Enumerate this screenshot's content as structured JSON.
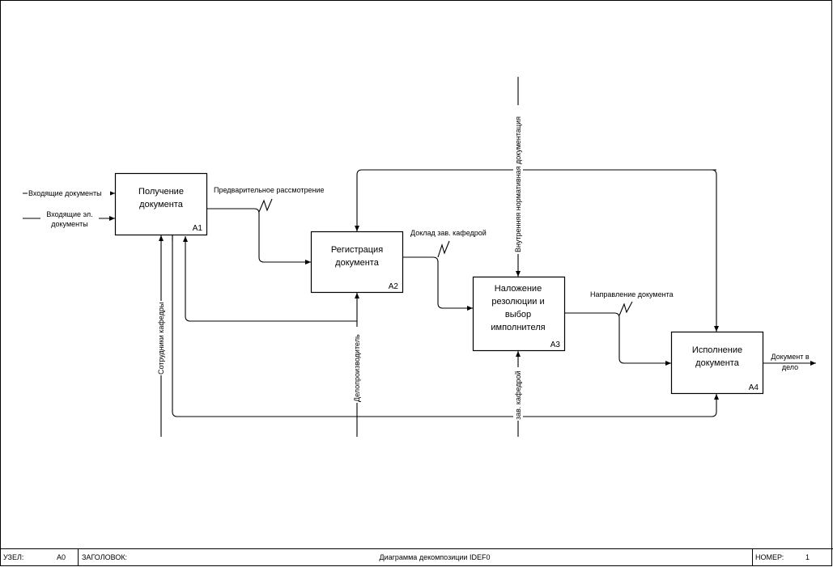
{
  "boxes": [
    {
      "lines": [
        "Получение",
        "документа"
      ],
      "id": "A1"
    },
    {
      "lines": [
        "Регистрация",
        "документа"
      ],
      "id": "A2"
    },
    {
      "lines": [
        "Наложение",
        "резолюции и",
        "выбор",
        "имполнителя"
      ],
      "id": "A3"
    },
    {
      "lines": [
        "Исполнение",
        "документа"
      ],
      "id": "A4"
    }
  ],
  "arrows": {
    "input_1": "Входящие документы",
    "input_2": [
      "Входящие эл.",
      "документы"
    ],
    "prelim": "Предварительное рассмотрение",
    "report": "Доклад зав. кафедрой",
    "direction": "Направление документа",
    "output": [
      "Документ в",
      "дело"
    ],
    "staff": "Сотрудники кафедры",
    "clerk": "Делопроизводитель",
    "head": "зав. кафедрой",
    "normdoc": "Внутренняя нормативная документация"
  },
  "footer": {
    "node_label": "УЗЕЛ:",
    "node_value": "А0",
    "title_label": "ЗАГОЛОВОК:",
    "title_value": "Диаграмма декомпозиции IDEF0",
    "number_label": "НОМЕР:",
    "number_value": "1"
  }
}
